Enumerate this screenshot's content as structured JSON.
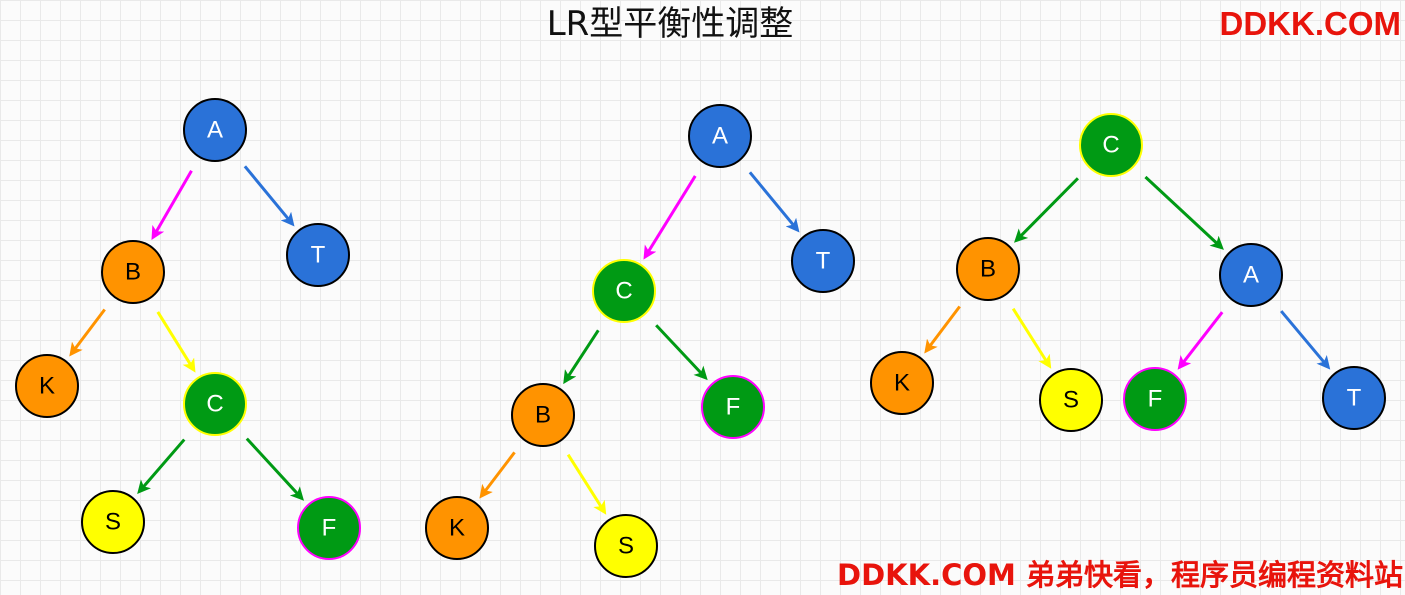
{
  "title": "LR型平衡性调整",
  "brand": "DDKK.COM",
  "footer": "DDKK.COM 弟弟快看，程序员编程资料站",
  "colors": {
    "blue": "#2a72d8",
    "orange": "#ff9300",
    "green": "#009a14",
    "yellow": "#ffff00",
    "magenta": "#ff00ff",
    "red": "#e8140c"
  },
  "trees": [
    {
      "id": "before",
      "nodes": [
        {
          "id": "A",
          "label": "A",
          "fill": "blue",
          "stroke": "#000000",
          "text": "#ffffff"
        },
        {
          "id": "T",
          "label": "T",
          "fill": "blue",
          "stroke": "#000000",
          "text": "#ffffff"
        },
        {
          "id": "B",
          "label": "B",
          "fill": "orange",
          "stroke": "#000000",
          "text": "#000000"
        },
        {
          "id": "K",
          "label": "K",
          "fill": "orange",
          "stroke": "#000000",
          "text": "#000000"
        },
        {
          "id": "C",
          "label": "C",
          "fill": "green",
          "stroke": "#ffff00",
          "text": "#ffffff"
        },
        {
          "id": "S",
          "label": "S",
          "fill": "yellow",
          "stroke": "#000000",
          "text": "#000000"
        },
        {
          "id": "F",
          "label": "F",
          "fill": "green",
          "stroke": "#ff00ff",
          "text": "#ffffff"
        }
      ],
      "edges": [
        {
          "from": "A",
          "to": "B",
          "color": "magenta"
        },
        {
          "from": "A",
          "to": "T",
          "color": "blue"
        },
        {
          "from": "B",
          "to": "K",
          "color": "orange"
        },
        {
          "from": "B",
          "to": "C",
          "color": "yellow"
        },
        {
          "from": "C",
          "to": "S",
          "color": "green"
        },
        {
          "from": "C",
          "to": "F",
          "color": "green"
        }
      ]
    },
    {
      "id": "middle",
      "nodes": [
        {
          "id": "A",
          "label": "A",
          "fill": "blue",
          "stroke": "#000000",
          "text": "#ffffff"
        },
        {
          "id": "T",
          "label": "T",
          "fill": "blue",
          "stroke": "#000000",
          "text": "#ffffff"
        },
        {
          "id": "C",
          "label": "C",
          "fill": "green",
          "stroke": "#ffff00",
          "text": "#ffffff"
        },
        {
          "id": "F",
          "label": "F",
          "fill": "green",
          "stroke": "#ff00ff",
          "text": "#ffffff"
        },
        {
          "id": "B",
          "label": "B",
          "fill": "orange",
          "stroke": "#000000",
          "text": "#000000"
        },
        {
          "id": "K",
          "label": "K",
          "fill": "orange",
          "stroke": "#000000",
          "text": "#000000"
        },
        {
          "id": "S",
          "label": "S",
          "fill": "yellow",
          "stroke": "#000000",
          "text": "#000000"
        }
      ],
      "edges": [
        {
          "from": "A",
          "to": "C",
          "color": "magenta"
        },
        {
          "from": "A",
          "to": "T",
          "color": "blue"
        },
        {
          "from": "C",
          "to": "B",
          "color": "green"
        },
        {
          "from": "C",
          "to": "F",
          "color": "green"
        },
        {
          "from": "B",
          "to": "K",
          "color": "orange"
        },
        {
          "from": "B",
          "to": "S",
          "color": "yellow"
        }
      ]
    },
    {
      "id": "after",
      "nodes": [
        {
          "id": "C",
          "label": "C",
          "fill": "green",
          "stroke": "#ffff00",
          "text": "#ffffff"
        },
        {
          "id": "B",
          "label": "B",
          "fill": "orange",
          "stroke": "#000000",
          "text": "#000000"
        },
        {
          "id": "A",
          "label": "A",
          "fill": "blue",
          "stroke": "#000000",
          "text": "#ffffff"
        },
        {
          "id": "K",
          "label": "K",
          "fill": "orange",
          "stroke": "#000000",
          "text": "#000000"
        },
        {
          "id": "S",
          "label": "S",
          "fill": "yellow",
          "stroke": "#000000",
          "text": "#000000"
        },
        {
          "id": "F",
          "label": "F",
          "fill": "green",
          "stroke": "#ff00ff",
          "text": "#ffffff"
        },
        {
          "id": "T",
          "label": "T",
          "fill": "blue",
          "stroke": "#000000",
          "text": "#ffffff"
        }
      ],
      "edges": [
        {
          "from": "C",
          "to": "B",
          "color": "green"
        },
        {
          "from": "C",
          "to": "A",
          "color": "green"
        },
        {
          "from": "B",
          "to": "K",
          "color": "orange"
        },
        {
          "from": "B",
          "to": "S",
          "color": "yellow"
        },
        {
          "from": "A",
          "to": "F",
          "color": "magenta"
        },
        {
          "from": "A",
          "to": "T",
          "color": "blue"
        }
      ]
    }
  ]
}
